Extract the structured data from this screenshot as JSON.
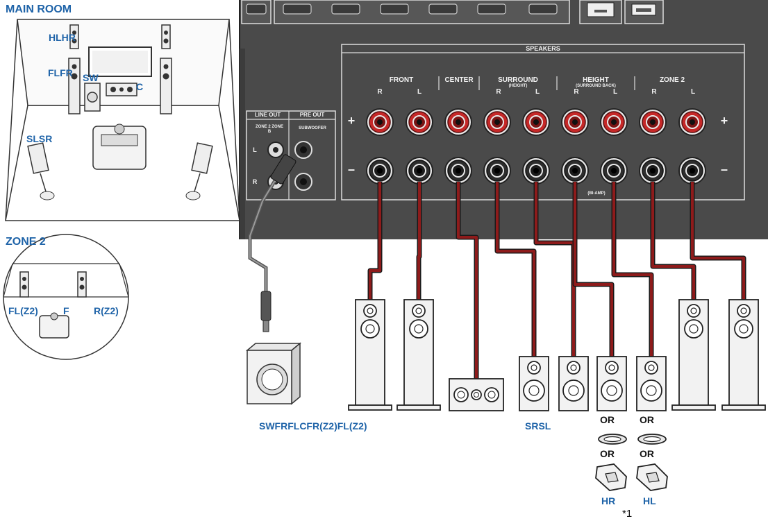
{
  "rooms": {
    "main_title": "MAIN ROOM",
    "zone2_title": "ZONE 2"
  },
  "room_labels": {
    "hlhr": "HLHR",
    "flfr": "FLFR",
    "sw": "SW",
    "c": "C",
    "slsr": "SLSR",
    "fl_z2": "FL(Z2)",
    "f": "F",
    "r_z2": "R(Z2)"
  },
  "panel": {
    "speakers": "SPEAKERS",
    "front": "FRONT",
    "center": "CENTER",
    "surround": "SURROUND",
    "surround_sub": "(HEIGHT)",
    "height": "HEIGHT",
    "height_sub": "(SURROUND BACK)",
    "zone2": "ZONE 2",
    "r": "R",
    "l": "L",
    "plus": "+",
    "minus": "–",
    "bi_amp": "(BI-AMP)",
    "line_out": "LINE OUT",
    "pre_out": "PRE OUT",
    "zone2_zoneb": "ZONE 2 ZONE B",
    "subwoofer": "SUBWOOFER"
  },
  "bottom_labels": {
    "front_row": "SWFRFLCFR(Z2)FL(Z2)",
    "srsl": "SRSL",
    "or": "OR",
    "hr": "HR",
    "hl": "HL",
    "note": "*1"
  },
  "colors": {
    "label_blue": "#1e63a8",
    "panel_dark": "#4a4a4a",
    "cable_red": "#8e1b1b",
    "terminal_red": "#c62828"
  }
}
